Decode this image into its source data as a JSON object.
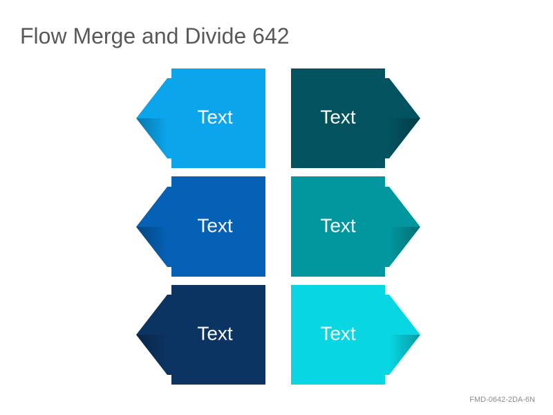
{
  "title": "Flow Merge and Divide 642",
  "code": "FMD-0642-2DA-6N",
  "left_column": [
    {
      "label": "Text",
      "color": "#0ba5ec"
    },
    {
      "label": "Text",
      "color": "#0561b5"
    },
    {
      "label": "Text",
      "color": "#0b3463"
    }
  ],
  "right_column": [
    {
      "label": "Text",
      "color": "#03525f"
    },
    {
      "label": "Text",
      "color": "#02979f"
    },
    {
      "label": "Text",
      "color": "#08d6e2"
    }
  ]
}
